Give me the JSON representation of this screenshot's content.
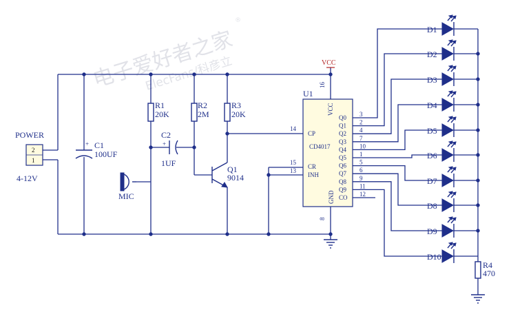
{
  "watermark": {
    "line1": "电子爱好者之家",
    "line2": "ElecFans/科彦立",
    "mark": "®"
  },
  "power": {
    "title": "POWER",
    "voltage": "4-12V",
    "pin2": "2",
    "pin1": "1"
  },
  "c1": {
    "ref": "C1",
    "value": "100UF",
    "polarity": "+"
  },
  "mic": {
    "label": "MIC"
  },
  "r1": {
    "ref": "R1",
    "value": "20K"
  },
  "r2": {
    "ref": "R2",
    "value": "2M"
  },
  "r3": {
    "ref": "R3",
    "value": "20K"
  },
  "c2": {
    "ref": "C2",
    "value": "1UF",
    "polarity": "+"
  },
  "q1": {
    "ref": "Q1",
    "value": "9014"
  },
  "vcc_label": "VCC",
  "u1": {
    "ref": "U1",
    "part": "CD4017",
    "pin_vcc_num": "16",
    "pin_vcc_name": "VCC",
    "pin_gnd_num": "8",
    "pin_gnd_name": "GND",
    "left_pins": [
      {
        "num": "14",
        "name": "CP"
      },
      {
        "num": "15",
        "name": "CR"
      },
      {
        "num": "13",
        "name": "INH"
      }
    ],
    "right_pins": [
      {
        "name": "Q0",
        "num": "3"
      },
      {
        "name": "Q1",
        "num": "2"
      },
      {
        "name": "Q2",
        "num": "4"
      },
      {
        "name": "Q3",
        "num": "7"
      },
      {
        "name": "Q4",
        "num": "10"
      },
      {
        "name": "Q5",
        "num": "1"
      },
      {
        "name": "Q6",
        "num": "5"
      },
      {
        "name": "Q7",
        "num": "6"
      },
      {
        "name": "Q8",
        "num": "9"
      },
      {
        "name": "Q9",
        "num": "11"
      },
      {
        "name": "CO",
        "num": "12"
      }
    ]
  },
  "leds": [
    "D1",
    "D2",
    "D3",
    "D4",
    "D5",
    "D6",
    "D7",
    "D8",
    "D9",
    "D10"
  ],
  "r4": {
    "ref": "R4",
    "value": "470"
  }
}
